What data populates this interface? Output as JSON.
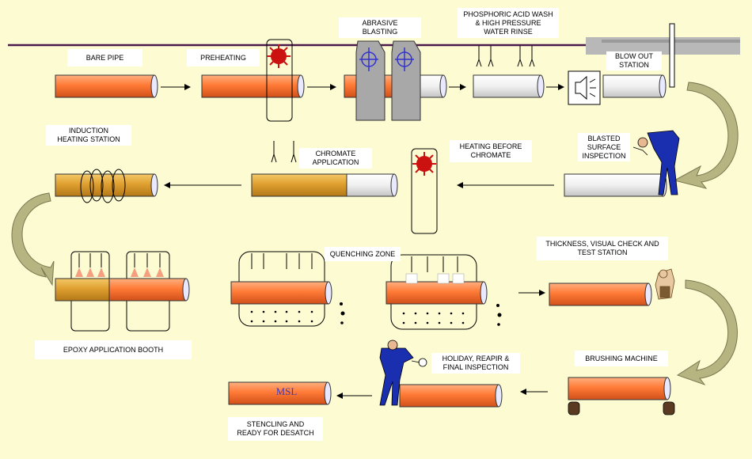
{
  "labels": {
    "bare_pipe": "BARE PIPE",
    "preheating": "PREHEATING",
    "abrasive_blasting": "ABRASIVE\nBLASTING",
    "phosphoric_wash": "PHOSPHORIC ACID WASH\n& HIGH PRESSURE\nWATER RINSE",
    "blow_out": "BLOW OUT\nSTATION",
    "induction_heating": "INDUCTION\nHEATING STATION",
    "chromate_application": "CHROMATE\nAPPLICATION",
    "heating_before_chromate": "HEATING BEFORE\nCHROMATE",
    "blasted_surface": "BLASTED\nSURFACE\nINSPECTION",
    "quenching_zone": "QUENCHING ZONE",
    "thickness_check": "THICKNESS, VISUAL CHECK AND\nTEST STATION",
    "epoxy_booth": "EPOXY APPLICATION  BOOTH",
    "brushing_machine": "BRUSHING MACHINE",
    "holiday_inspection": "HOLIDAY, REAPIR &\nFINAL INSPECTION",
    "stenciling": "STENCLING AND\nREADY FOR DESATCH",
    "stencil_mark": "MSL"
  },
  "colors": {
    "background": "#fdfbd2",
    "pipe_orange": "#ff7f3f",
    "pipe_gold": "#e0a030",
    "pipe_white": "#f4f4f4",
    "heater_red": "#cc1111",
    "worker_blue": "#1a2fb0",
    "curve_arrow": "#b6b480",
    "rail": "#4b1a4b"
  }
}
